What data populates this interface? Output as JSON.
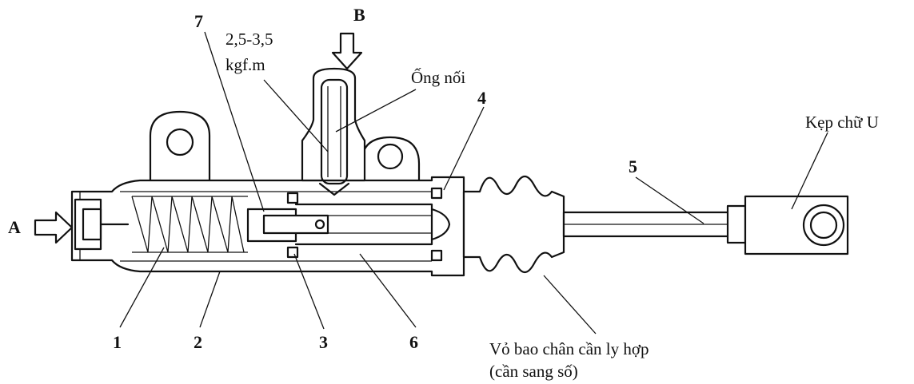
{
  "labels": {
    "arrow_a": "A",
    "arrow_b": "B",
    "part_1": "1",
    "part_2": "2",
    "part_3": "3",
    "part_4": "4",
    "part_5": "5",
    "part_6": "6",
    "part_7": "7",
    "torque_line1": "2,5-3,5",
    "torque_line2": "kgf.m",
    "connector": "Ống nối",
    "u_clamp": "Kẹp chữ U",
    "boot_line1": "Vỏ bao chân cần ly hợp",
    "boot_line2": "(cần sang số)"
  }
}
